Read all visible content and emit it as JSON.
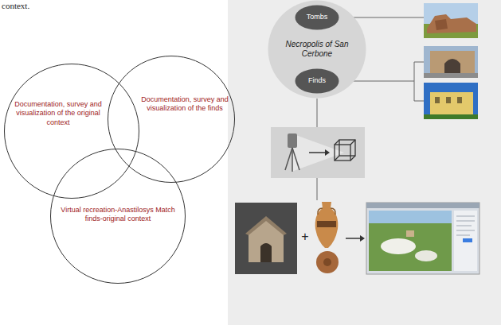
{
  "diagram": {
    "nodes": [
      {
        "text": [
          "Documentation, survey and visualization of the original context"
        ]
      },
      {
        "text": [
          "Documentation, survey and visualization of the finds"
        ]
      },
      {
        "text": [
          "Virtual recreation-Anastilosys Match finds-original context"
        ]
      },
      {
        "text": [
          "Necropolis of San Cerbone"
        ]
      },
      {
        "text": [
          "Tombs"
        ],
        "in": 3
      },
      {
        "text": [
          "Finds"
        ],
        "in": 3
      }
    ],
    "labels": [
      "context.",
      "+"
    ]
  }
}
